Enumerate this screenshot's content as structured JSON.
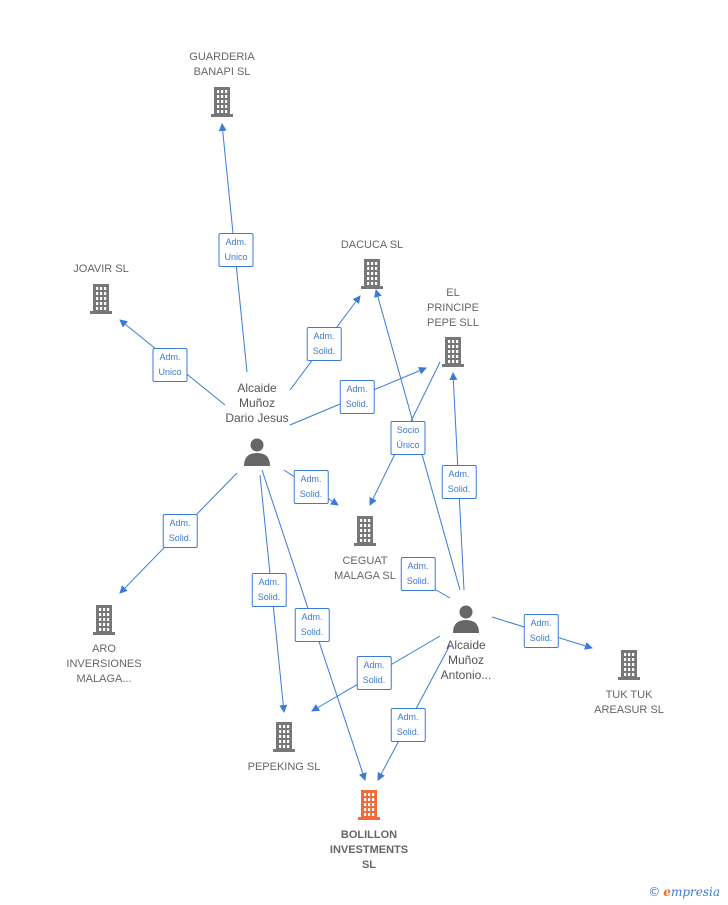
{
  "colors": {
    "edge": "#3a7bd5",
    "building": "#777777",
    "building_main": "#f26a36",
    "person": "#666666"
  },
  "nodes": [
    {
      "id": "guarderia",
      "type": "company",
      "label": "GUARDERIA\nBANAPI SL"
    },
    {
      "id": "joavir",
      "type": "company",
      "label": "JOAVIR SL"
    },
    {
      "id": "dacuca",
      "type": "company",
      "label": "DACUCA SL"
    },
    {
      "id": "elprincipe",
      "type": "company",
      "label": "EL\nPRINCIPE\nPEPE SLL"
    },
    {
      "id": "ceguat",
      "type": "company",
      "label": "CEGUAT\nMALAGA SL"
    },
    {
      "id": "aro",
      "type": "company",
      "label": "ARO\nINVERSIONES\nMALAGA..."
    },
    {
      "id": "pepeking",
      "type": "company",
      "label": "PEPEKING SL"
    },
    {
      "id": "bolillon",
      "type": "company_main",
      "label": "BOLILLON\nINVESTMENTS\nSL"
    },
    {
      "id": "tuktuk",
      "type": "company",
      "label": "TUK TUK\nAREASUR SL"
    },
    {
      "id": "dario",
      "type": "person",
      "label": "Alcaide\nMuñoz\nDario Jesus"
    },
    {
      "id": "antonio",
      "type": "person",
      "label": "Alcaide\nMuñoz\nAntonio..."
    }
  ],
  "edges": [
    {
      "from": "dario",
      "to": "guarderia",
      "label": "Adm.\nUnico"
    },
    {
      "from": "dario",
      "to": "joavir",
      "label": "Adm.\nUnico"
    },
    {
      "from": "dario",
      "to": "dacuca",
      "label": "Adm.\nSolid."
    },
    {
      "from": "dario",
      "to": "elprincipe",
      "label": "Adm.\nSolid."
    },
    {
      "from": "dario",
      "to": "ceguat",
      "label": "Adm.\nSolid."
    },
    {
      "from": "dario",
      "to": "aro",
      "label": "Adm.\nSolid."
    },
    {
      "from": "dario",
      "to": "pepeking",
      "label": "Adm.\nSolid."
    },
    {
      "from": "dario",
      "to": "bolillon",
      "label": "Adm.\nSolid."
    },
    {
      "from": "antonio",
      "to": "dacuca",
      "label": ""
    },
    {
      "from": "elprincipe",
      "to": "ceguat",
      "label": "Socio\nÚnico"
    },
    {
      "from": "antonio",
      "to": "elprincipe",
      "label": "Adm.\nSolid."
    },
    {
      "from": "antonio",
      "to": "ceguat",
      "label": "Adm.\nSolid."
    },
    {
      "from": "antonio",
      "to": "pepeking",
      "label": "Adm.\nSolid."
    },
    {
      "from": "antonio",
      "to": "bolillon",
      "label": "Adm.\nSolid."
    },
    {
      "from": "antonio",
      "to": "tuktuk",
      "label": "Adm.\nSolid."
    }
  ],
  "brand": {
    "copyright": "©",
    "name_first": "e",
    "name_rest": "mpresia"
  }
}
